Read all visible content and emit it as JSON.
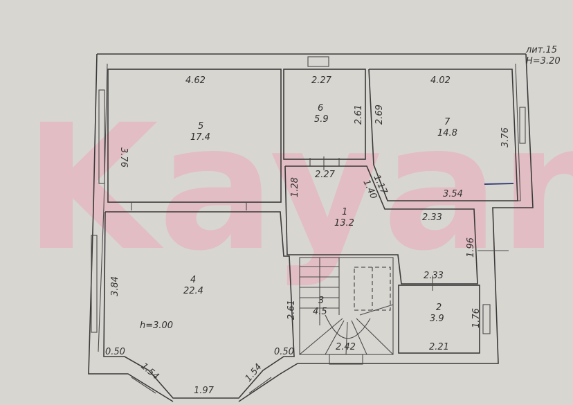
{
  "plan": {
    "sheet_label": "лит.15",
    "sheet_height": "H=3.20",
    "watermark": "Kayan",
    "watermark_color": "#f0a0b4",
    "paper_color": "#d8d6d1",
    "line_color": "#3a3a3a"
  },
  "rooms": [
    {
      "number": "1",
      "area": "13.2"
    },
    {
      "number": "2",
      "area": "3.9"
    },
    {
      "number": "3",
      "area": "4.5"
    },
    {
      "number": "4",
      "area": "22.4",
      "height": "h=3.00"
    },
    {
      "number": "5",
      "area": "17.4"
    },
    {
      "number": "6",
      "area": "5.9"
    },
    {
      "number": "7",
      "area": "14.8"
    }
  ],
  "dimensions": {
    "r5_top": "4.62",
    "r5_left": "3.76",
    "r6_top": "2.27",
    "r6_right": "2.61",
    "r6_bottom": "2.27",
    "r7_top": "4.02",
    "r7_left": "2.69",
    "r7_right": "3.76",
    "r7_bottom": "3.54",
    "diag_a": "1.17",
    "diag_b": "1.40",
    "r1_left": "1.28",
    "r1_mid": "2.33",
    "r1_right": "1.96",
    "r2_top": "2.33",
    "r2_right": "1.76",
    "r2_bottom": "2.21",
    "r4_left": "3.84",
    "r4_right": "2.61",
    "bay_left_short": "0.50",
    "bay_right_short": "0.50",
    "bay_left_diag": "1.54",
    "bay_right_diag": "1.54",
    "bay_front": "1.97",
    "stair_width": "2.42"
  }
}
